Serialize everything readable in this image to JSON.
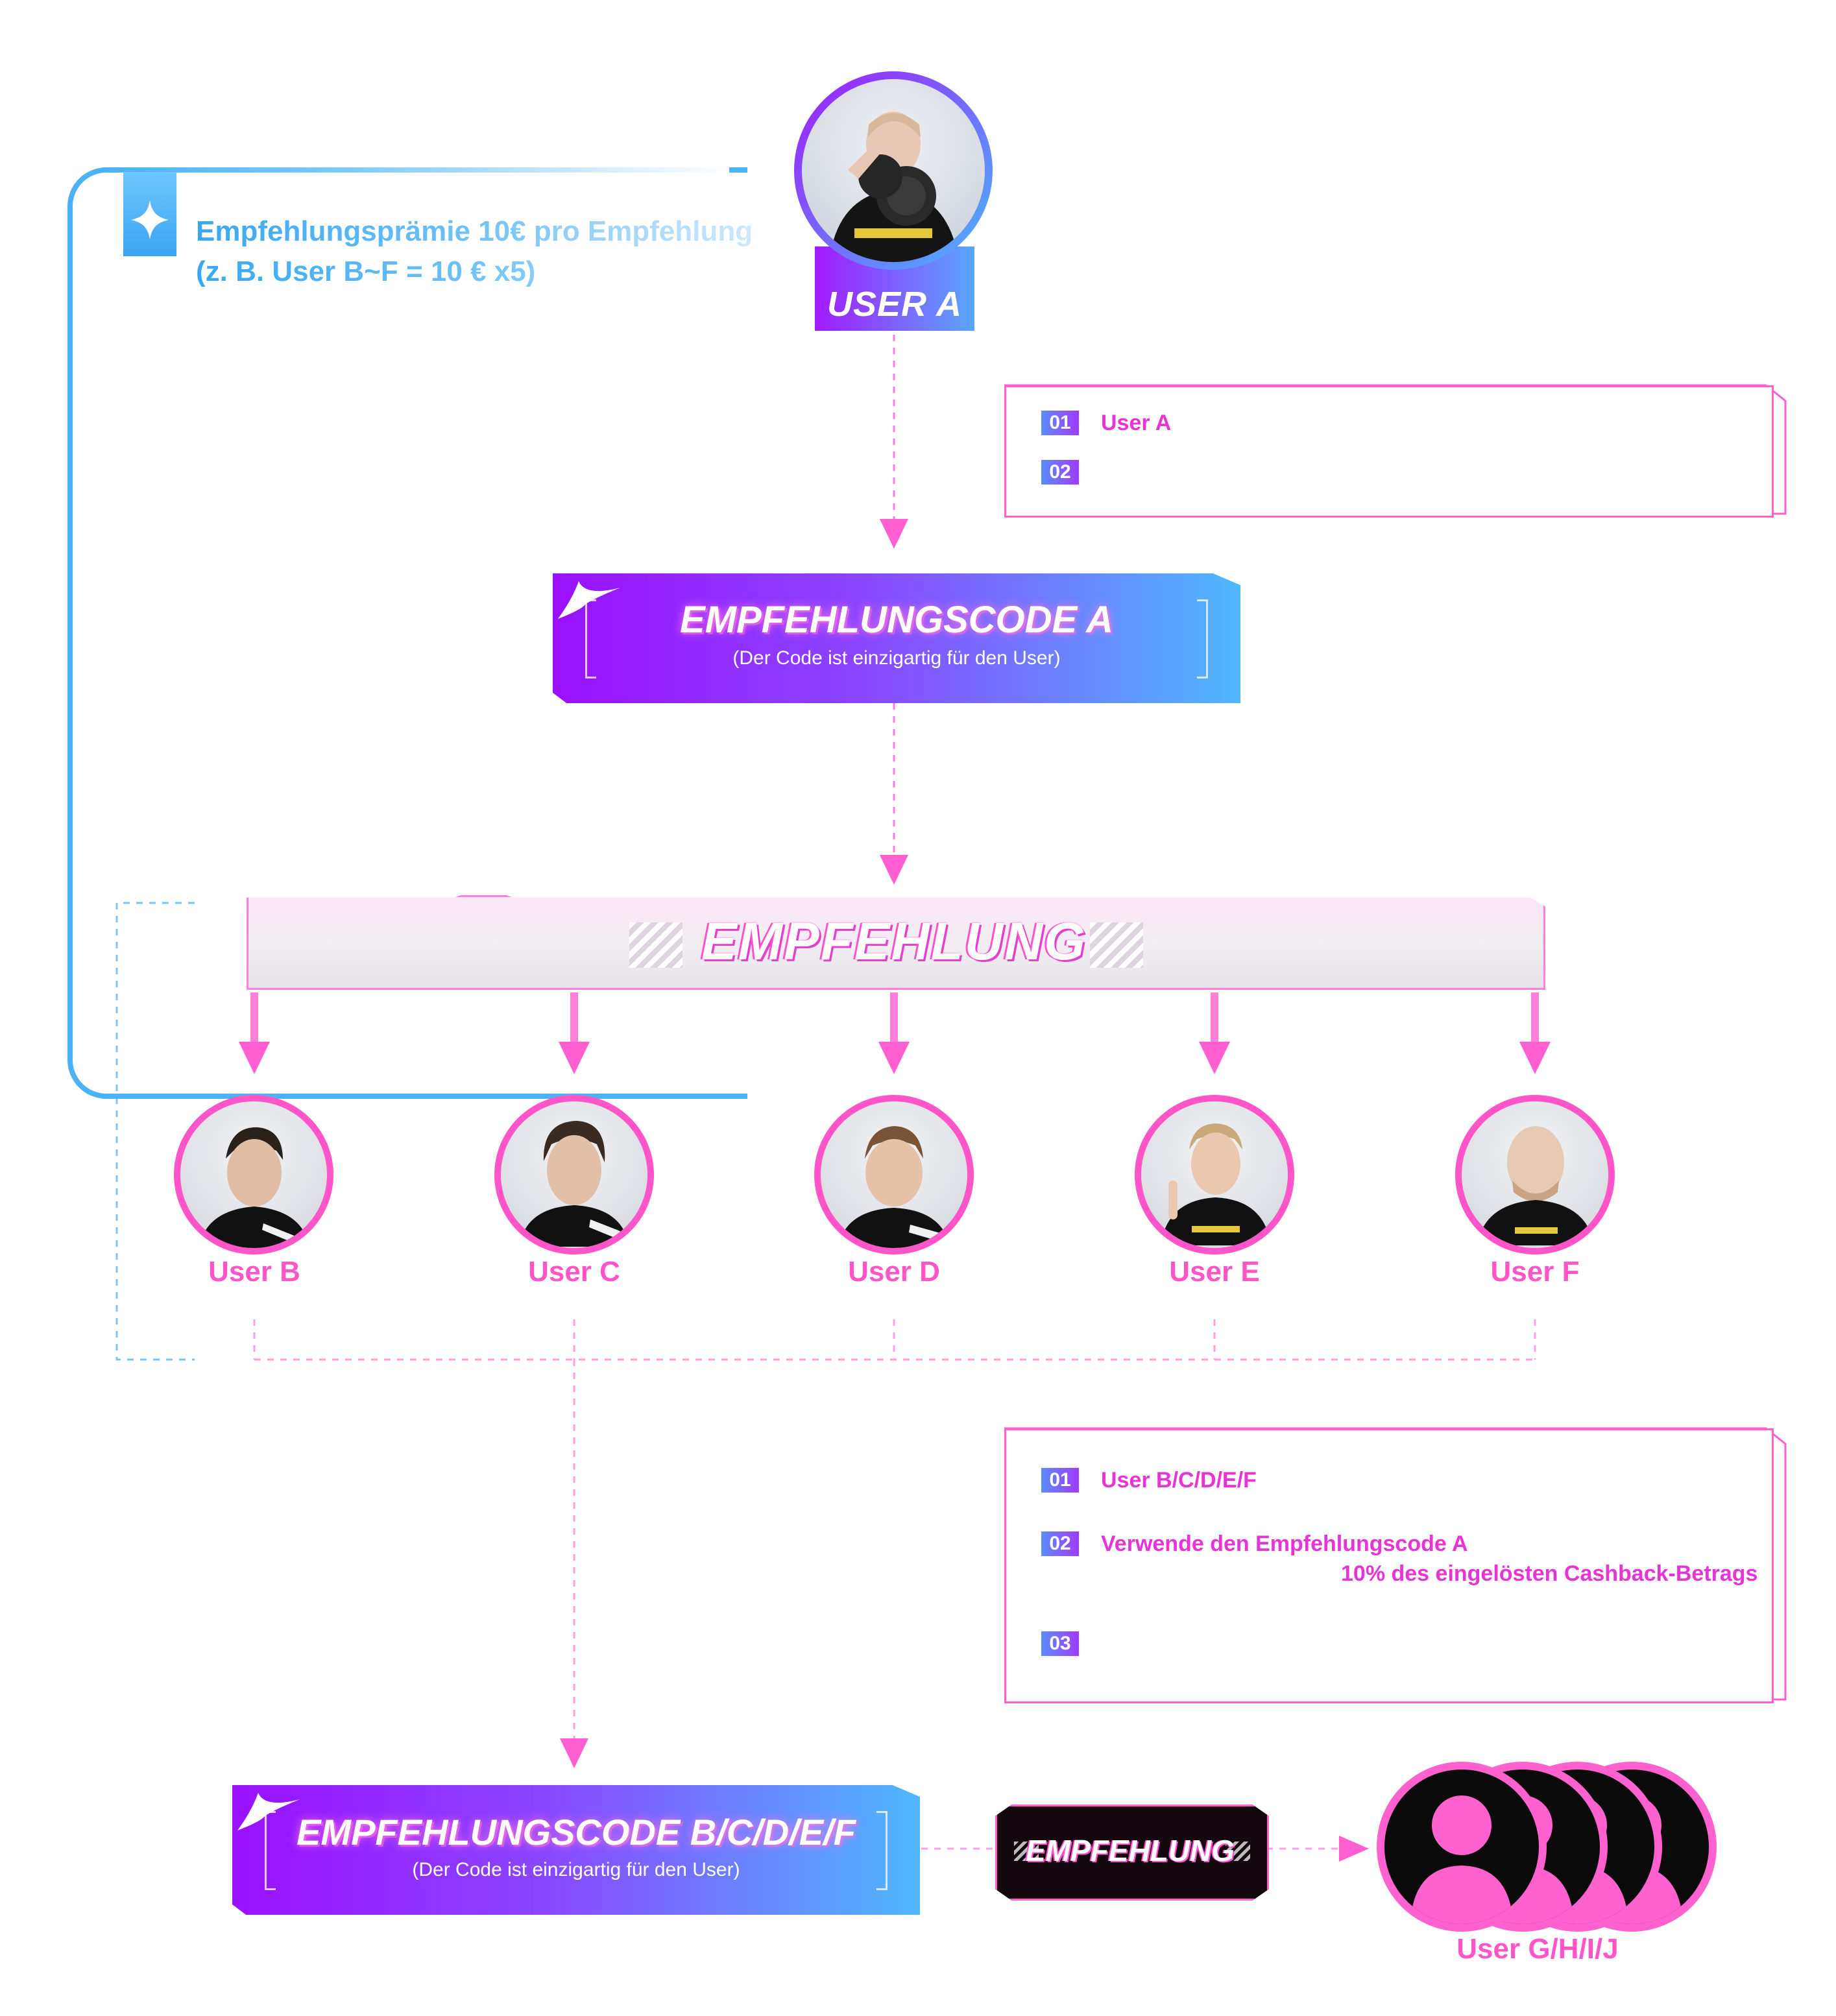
{
  "user_a": {
    "label": "USER A"
  },
  "reward": {
    "line1": "Empfehlungsprämie 10€ pro Empfehlung",
    "line2": "(z. B. User B~F = 10 € x5)"
  },
  "info_box_1": {
    "items": [
      {
        "num": "01",
        "text": "User A"
      },
      {
        "num": "02",
        "text": ""
      }
    ]
  },
  "code_a": {
    "title": "EMPFEHLUNGSCODE A",
    "subtitle": "(Der Code ist einzigartig für den User)"
  },
  "referral_bar": {
    "title": "EMPFEHLUNG"
  },
  "users": [
    "User B",
    "User C",
    "User D",
    "User E",
    "User F"
  ],
  "info_box_2": {
    "items": [
      {
        "num": "01",
        "text": "User B/C/D/E/F",
        "extra": ""
      },
      {
        "num": "02",
        "text": "Verwende den Empfehlungscode A",
        "extra": "10% des eingelösten Cashback-Betrags"
      },
      {
        "num": "03",
        "text": "",
        "extra": ""
      }
    ]
  },
  "code_bcdef": {
    "title": "EMPFEHLUNGSCODE B/C/D/E/F",
    "subtitle": "(Der Code ist einzigartig für den User)"
  },
  "referral_small": {
    "title": "EMPFEHLUNG"
  },
  "group": {
    "label": "User G/H/I/J"
  },
  "colors": {
    "accent_pink": "#ff55c8",
    "accent_purple": "#9a10ff",
    "accent_blue": "#4ab3f6"
  }
}
